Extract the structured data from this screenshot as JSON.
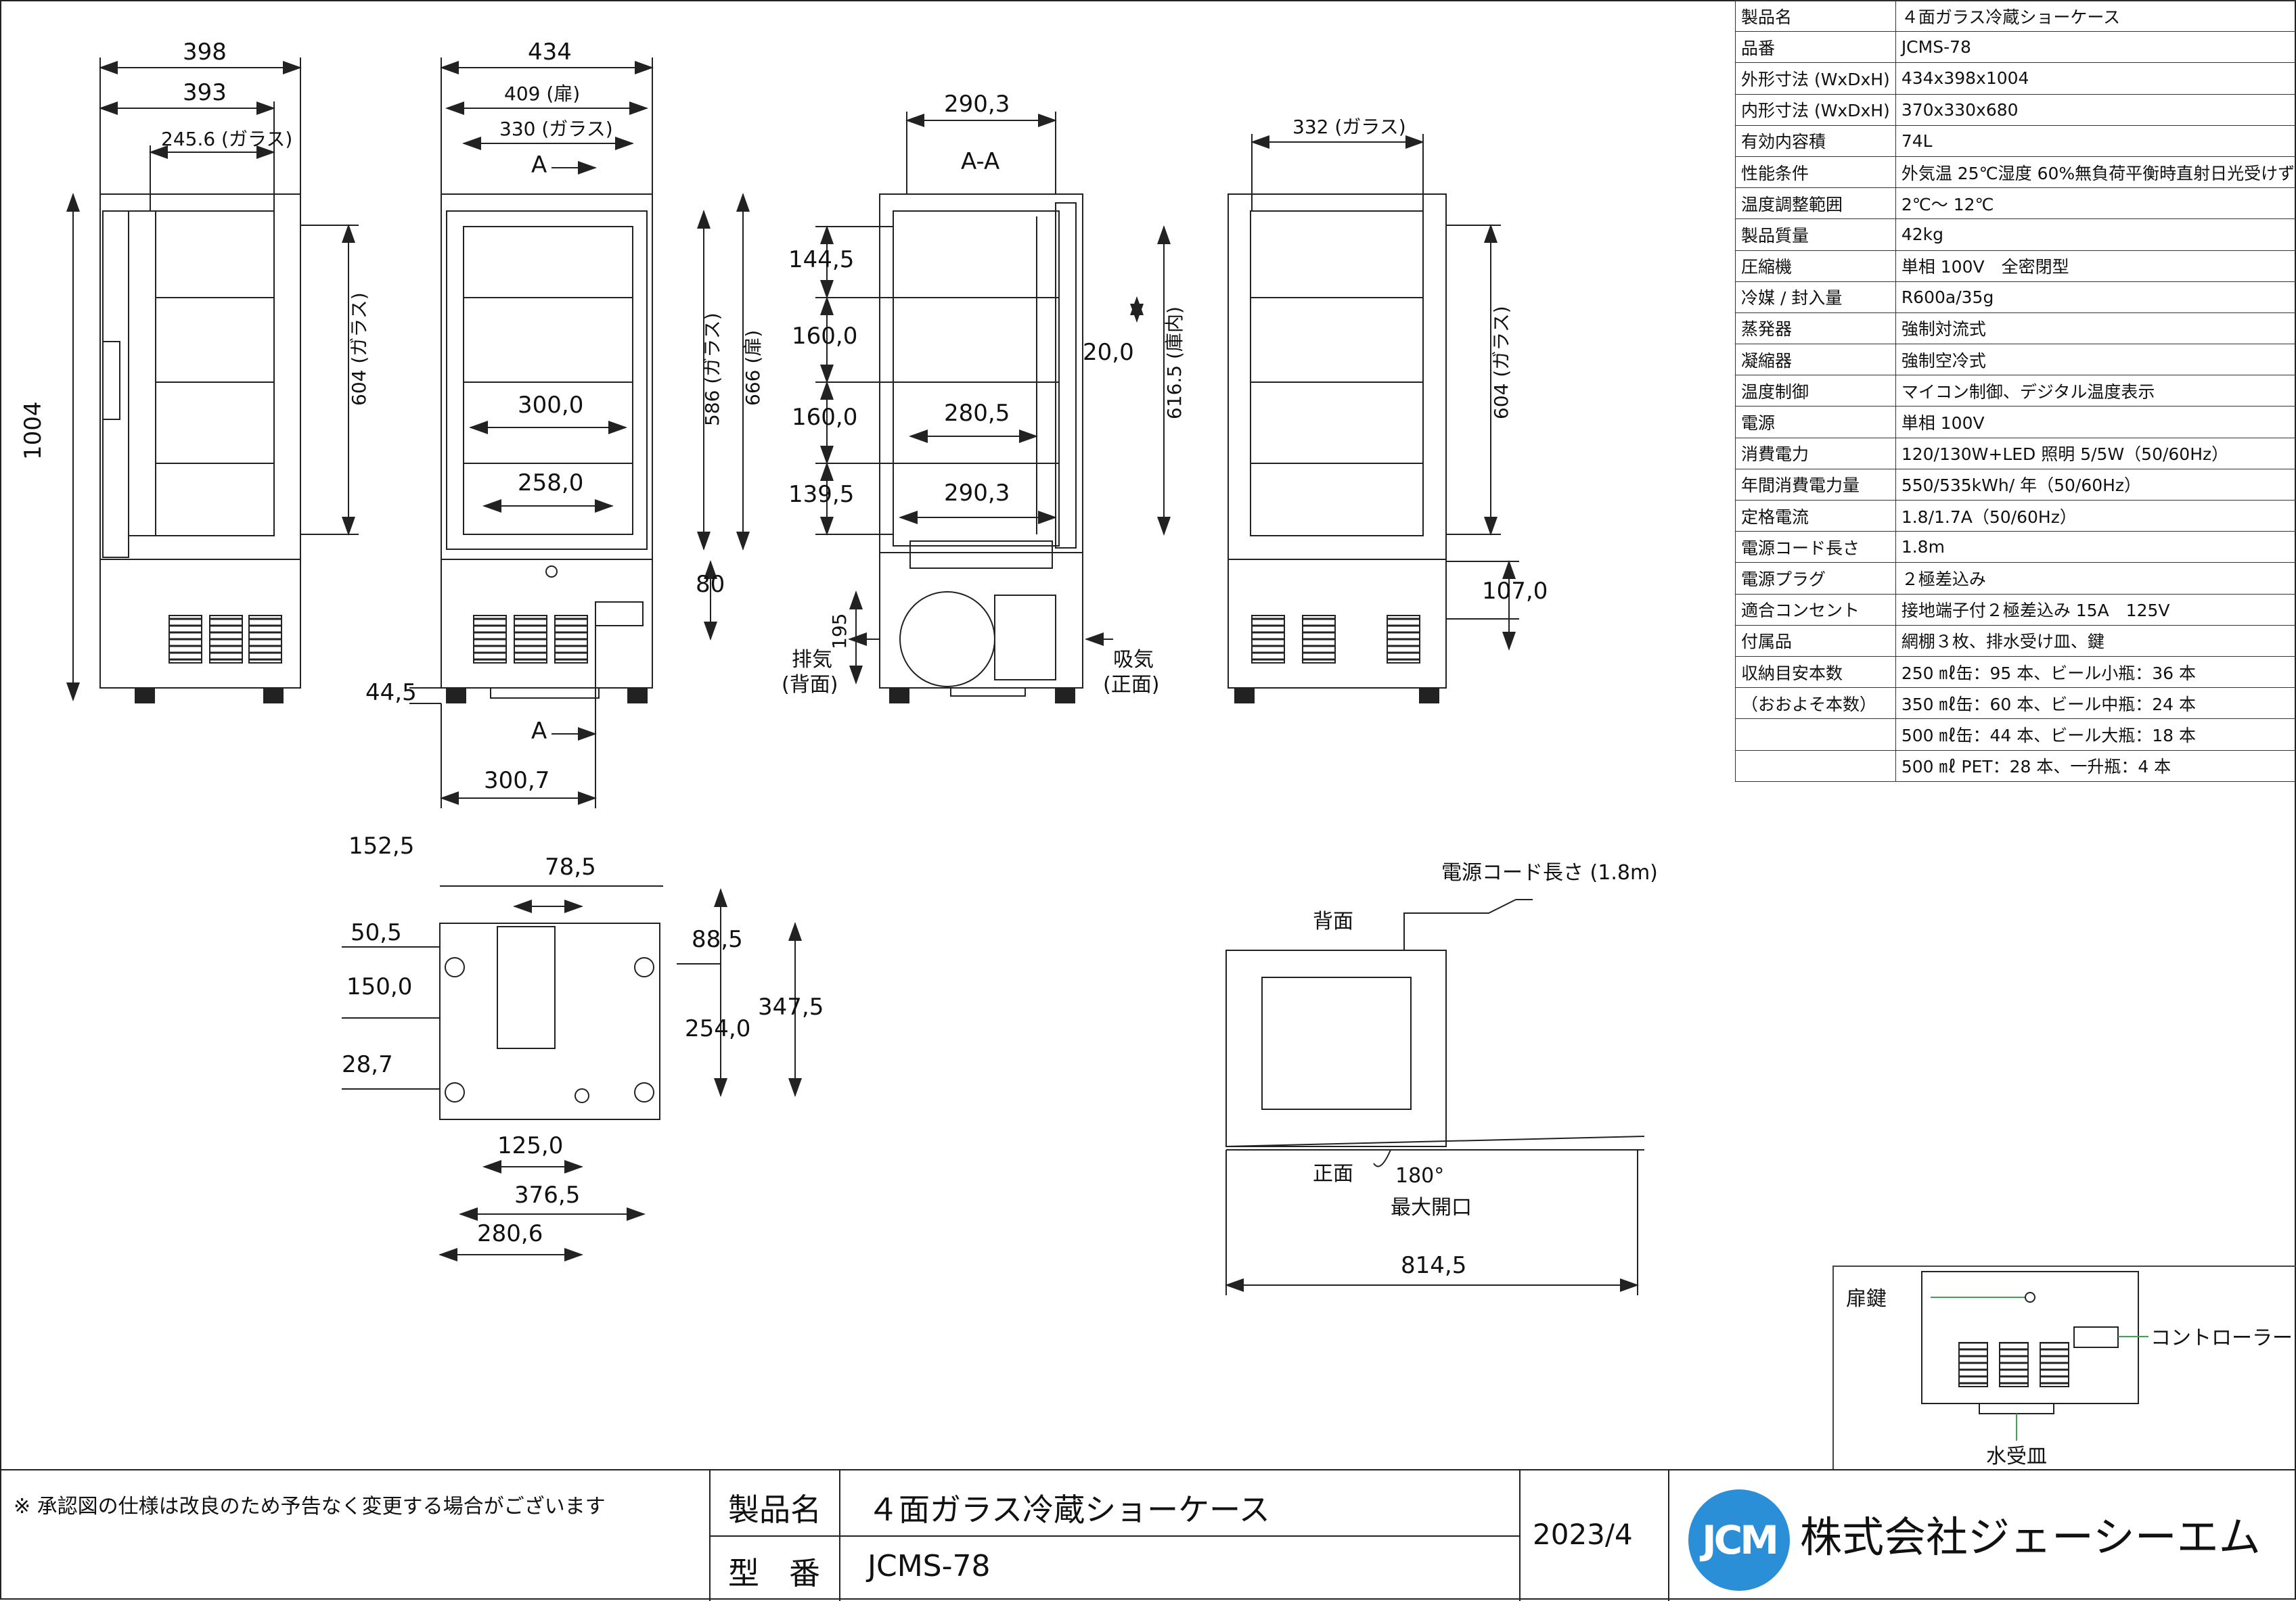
{
  "spec_table": [
    {
      "k": "製品名",
      "v": "４面ガラス冷蔵ショーケース"
    },
    {
      "k": "品番",
      "v": "JCMS-78"
    },
    {
      "k": "外形寸法 (WxDxH)",
      "v": "434x398x1004"
    },
    {
      "k": "内形寸法 (WxDxH)",
      "v": "370x330x680"
    },
    {
      "k": "有効内容積",
      "v": "74L"
    },
    {
      "k": "性能条件",
      "v": "外気温 25℃湿度 60%無負荷平衡時直射日光受けず"
    },
    {
      "k": "温度調整範囲",
      "v": "2℃～ 12℃"
    },
    {
      "k": "製品質量",
      "v": "42kg"
    },
    {
      "k": "圧縮機",
      "v": "単相 100V　全密閉型"
    },
    {
      "k": "冷媒 / 封入量",
      "v": "R600a/35g"
    },
    {
      "k": "蒸発器",
      "v": "強制対流式"
    },
    {
      "k": "凝縮器",
      "v": "強制空冷式"
    },
    {
      "k": "温度制御",
      "v": "マイコン制御、デジタル温度表示"
    },
    {
      "k": "電源",
      "v": "単相 100V"
    },
    {
      "k": "消費電力",
      "v": "120/130W+LED 照明 5/5W（50/60Hz）"
    },
    {
      "k": "年間消費電力量",
      "v": "550/535kWh/ 年（50/60Hz）"
    },
    {
      "k": "定格電流",
      "v": "1.8/1.7A（50/60Hz）"
    },
    {
      "k": "電源コード長さ",
      "v": "1.8m"
    },
    {
      "k": "電源プラグ",
      "v": "２極差込み"
    },
    {
      "k": "適合コンセント",
      "v": "接地端子付２極差込み 15A　125V"
    },
    {
      "k": "付属品",
      "v": "網棚３枚、排水受け皿、鍵"
    },
    {
      "k": "収納目安本数",
      "v": "250 ㎖缶：95 本、ビール小瓶：36 本"
    },
    {
      "k": "（おおよそ本数）",
      "v": "350 ㎖缶：60 本、ビール中瓶：24 本"
    },
    {
      "k": "",
      "v": "500 ㎖缶：44 本、ビール大瓶：18 本"
    },
    {
      "k": "",
      "v": "500 ㎖ PET：28 本、一升瓶：4 本"
    }
  ],
  "title_block": {
    "note": "※ 承認図の仕様は改良のため予告なく変更する場合がございます",
    "name_label": "製品名",
    "model_label": "型番",
    "name_value": "４面ガラス冷蔵ショーケース",
    "model_value": "JCMS-78",
    "date": "2023/4",
    "company": "株式会社ジェーシーエム",
    "logo": "JCM"
  },
  "side_view": {
    "d_398": "398",
    "d_393": "393",
    "d_glass": "245.6 (ガラス)",
    "d_h": "1004",
    "d_604": "604 (ガラス)"
  },
  "front_view": {
    "d_434": "434",
    "d_409": "409 (扉)",
    "d_330": "330 (ガラス)",
    "sec_a": "A",
    "d_300": "300,0",
    "d_258": "258,0",
    "d_586": "586 (ガラス)",
    "d_666": "666 (扉)",
    "d_80": "80",
    "d_445": "44,5",
    "d_3007": "300,7"
  },
  "section_view": {
    "title": "A-A",
    "d_2903": "290,3",
    "d_1445": "144,5",
    "d_160a": "160,0",
    "d_160b": "160,0",
    "d_1395": "139,5",
    "d_200": "20,0",
    "d_2805": "280,5",
    "d_2903b": "290,3",
    "d_6165": "616.5 (庫内)",
    "d_195": "195",
    "exhaust": "排気",
    "exhaust2": "(背面)",
    "intake": "吸気",
    "intake2": "(正面)"
  },
  "rear_view": {
    "d_332": "332 (ガラス)",
    "d_604": "604 (ガラス)",
    "d_1070": "107,0"
  },
  "bottom_view": {
    "d_1525": "152,5",
    "d_785": "78,5",
    "d_505": "50,5",
    "d_1500": "150,0",
    "d_287": "28,7",
    "d_885": "88,5",
    "d_2540": "254,0",
    "d_3475": "347,5",
    "d_1250": "125,0",
    "d_3765": "376,5",
    "d_2806": "280,6"
  },
  "top_view": {
    "cord": "電源コード長さ (1.8m)",
    "back": "背面",
    "front": "正面",
    "angle": "180°",
    "max_open": "最大開口",
    "d_8145": "814,5"
  },
  "inset": {
    "key": "扉鍵",
    "controller": "コントローラー",
    "tray": "水受皿"
  },
  "colors": {
    "line": "#222222",
    "logo_blue": "#2a8fd6",
    "logo_yellow": "#ffde59",
    "inset_green": "#3aa655"
  }
}
